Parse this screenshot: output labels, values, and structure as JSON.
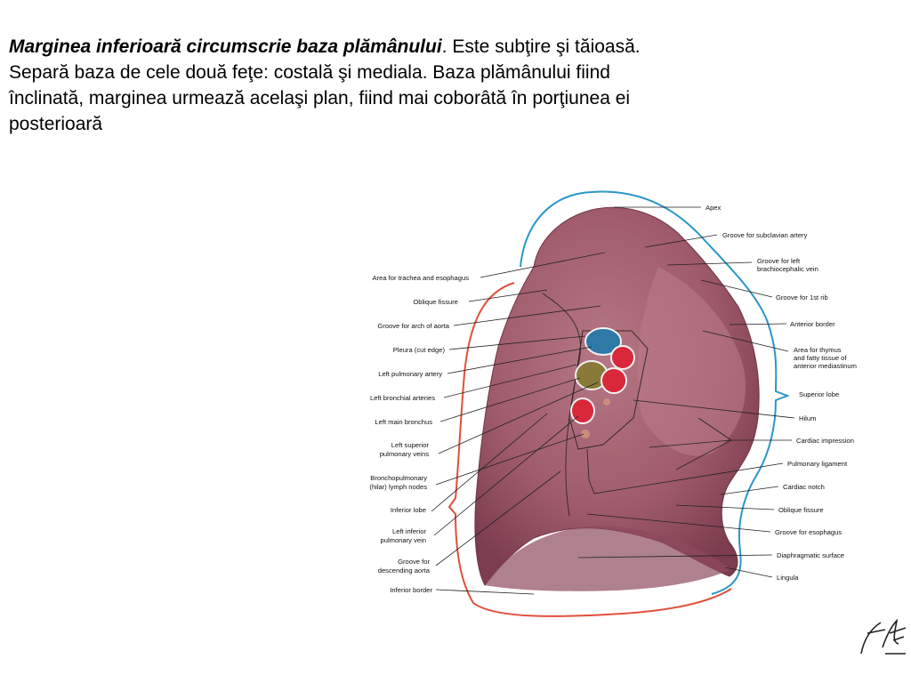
{
  "text": {
    "lead": "Marginea inferioară circumscrie baza plămânului",
    "body": ". Este subţire şi tăioasă. Separă baza de cele două feţe: costală şi mediala. Baza plămânului fiind înclinată, marginea urmează acelaşi plan, fiind mai coborâtă în porţiunea ei posterioară"
  },
  "labels_left": [
    "Area for trachea and esophagus",
    "Oblique fissure",
    "Groove for arch of aorta",
    "Pleura (cut edge)",
    "Left pulmonary artery",
    "Left bronchial arteries",
    "Left main bronchus",
    "Left superior",
    "pulmonary veins",
    "Bronchopulmonary",
    "(hilar) lymph nodes",
    "Inferior lobe",
    "Left inferior",
    "pulmonary vein",
    "Groove for",
    "descending aorta",
    "Inferior border"
  ],
  "labels_right": [
    "Apex",
    "Groove for subclavian artery",
    "Groove for left",
    "brachiocephalic vein",
    "Groove for 1st rib",
    "Anterior border",
    "Area for thymus",
    "and fatty tissue of",
    "anterior mediastinum",
    "Superior lobe",
    "Hilum",
    "Cardiac impression",
    "Pulmonary ligament",
    "Cardiac notch",
    "Oblique fissure",
    "Groove for esophagus",
    "Diaphragmatic surface",
    "Lingula"
  ],
  "colors": {
    "lung": "#a8606e",
    "lung_dark": "#7e3e4f",
    "bracket_blue": "#2a96c8",
    "bracket_red": "#e0503a",
    "artery": "#d8283a",
    "vein_blue": "#2f79a6",
    "bronchus": "#8a7a3a"
  }
}
